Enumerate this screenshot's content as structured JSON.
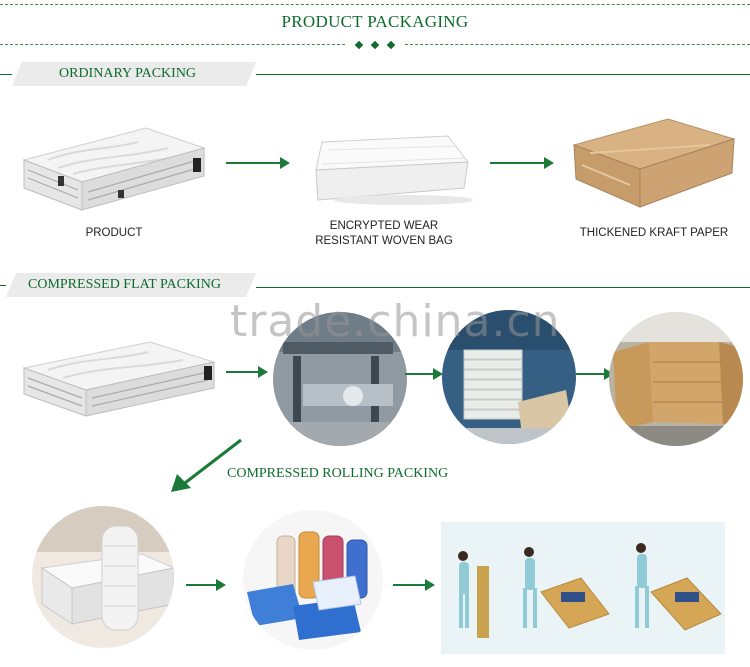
{
  "header": {
    "title": "PRODUCT PACKAGING"
  },
  "sections": {
    "ordinary": {
      "label": "ORDINARY PACKING",
      "steps": [
        {
          "caption": "PRODUCT"
        },
        {
          "caption_line1": "ENCRYPTED WEAR",
          "caption_line2": "RESISTANT WOVEN BAG"
        },
        {
          "caption": "THICKENED KRAFT PAPER"
        }
      ]
    },
    "compressed_flat": {
      "label": "COMPRESSED FLAT PACKING"
    },
    "compressed_rolling": {
      "label": "COMPRESSED ROLLING PACKING"
    }
  },
  "watermark": "trade.china.cn",
  "colors": {
    "accent": "#0d6b2e",
    "arrow": "#1c7a38",
    "banner_bg": "#ebebeb"
  }
}
